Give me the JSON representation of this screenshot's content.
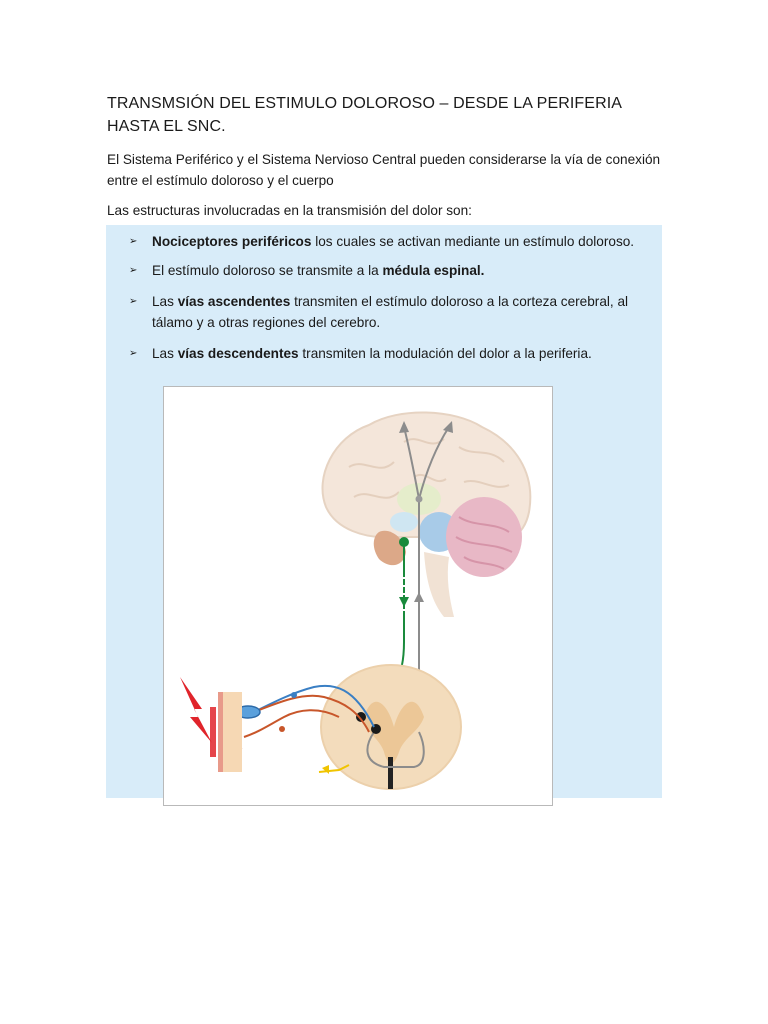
{
  "document": {
    "title": "TRANSMSIÓN DEL ESTIMULO DOLOROSO – DESDE LA PERIFERIA HASTA EL SNC.",
    "intro": "El Sistema Periférico y el Sistema Nervioso Central pueden considerarse la vía de conexión entre el estímulo doloroso y el cuerpo",
    "lead": "Las estructuras involucradas en la transmisión del dolor son:",
    "bullet_glyph": "➢",
    "bullets": [
      {
        "pre": "",
        "bold": "Nociceptores periféricos",
        "post": " los cuales se activan mediante un estímulo doloroso."
      },
      {
        "pre": "El estímulo doloroso se transmite a la ",
        "bold": "médula espinal.",
        "post": ""
      },
      {
        "pre": "Las ",
        "bold": "vías ascendentes",
        "post": " transmiten el estímulo doloroso a la corteza cerebral, al tálamo y a otras regiones del cerebro."
      },
      {
        "pre": "Las ",
        "bold": "vías descendentes",
        "post": " transmiten la modulación del dolor a la periferia."
      }
    ]
  },
  "colors": {
    "panel_bg": "#d8ecf9",
    "ascending_path": "#8c8c8c",
    "descending_path": "#1a8a3c",
    "nociceptor_blue": "#3a7fc4",
    "nociceptor_orange": "#c8562a",
    "stimulus_red": "#e0242b",
    "spinal_cord": "#f3dcbc",
    "brain_cortex": "#f4e6da"
  }
}
